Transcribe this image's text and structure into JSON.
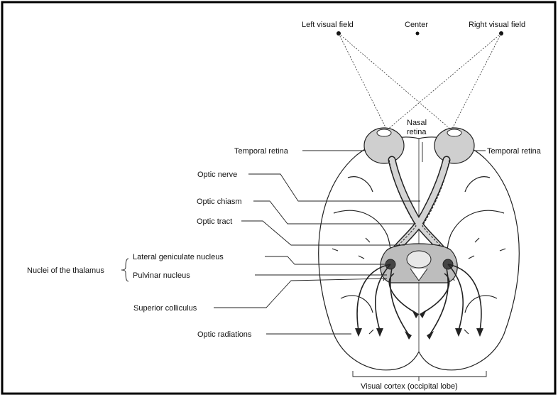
{
  "fields": {
    "left": "Left visual field",
    "center": "Center",
    "right": "Right visual field"
  },
  "retina": {
    "nasal_line1": "Nasal",
    "nasal_line2": "retina",
    "temporal_left": "Temporal retina",
    "temporal_right": "Temporal retina"
  },
  "labels": {
    "optic_nerve": "Optic nerve",
    "optic_chiasm": "Optic chiasm",
    "optic_tract": "Optic tract",
    "thalamus_group": "Nuclei of the thalamus",
    "lateral_geniculate": "Lateral geniculate nucleus",
    "pulvinar": "Pulvinar nucleus",
    "superior_colliculus": "Superior colliculus",
    "optic_radiations": "Optic radiations",
    "visual_cortex": "Visual cortex (occipital lobe)"
  }
}
